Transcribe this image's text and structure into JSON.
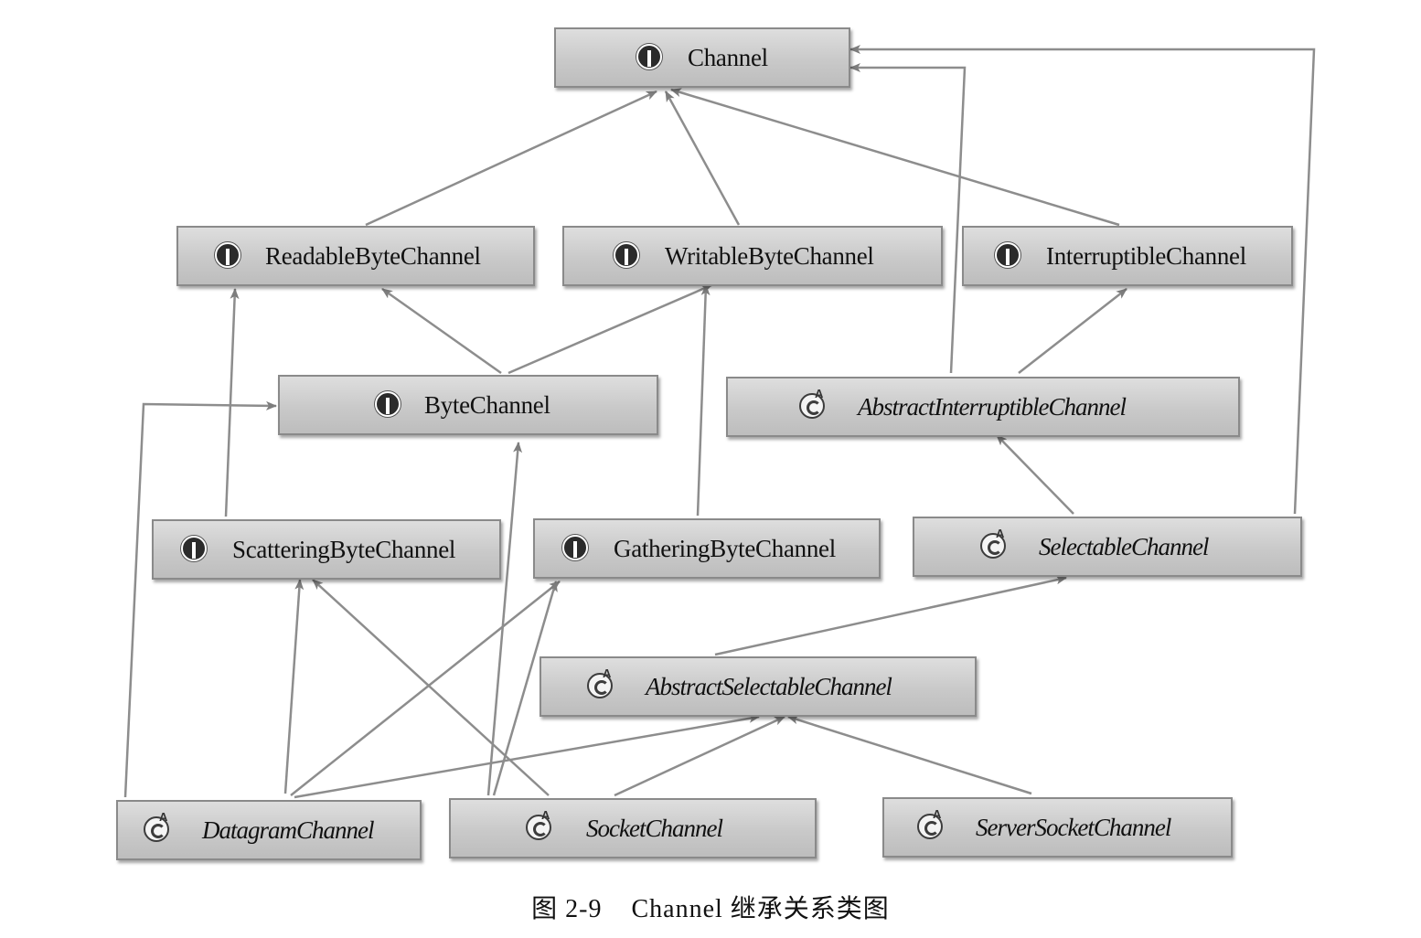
{
  "nodes": {
    "channel": {
      "label": "Channel",
      "kind": "interface"
    },
    "readable_byte_channel": {
      "label": "ReadableByteChannel",
      "kind": "interface"
    },
    "writable_byte_channel": {
      "label": "WritableByteChannel",
      "kind": "interface"
    },
    "interruptible_channel": {
      "label": "InterruptibleChannel",
      "kind": "interface"
    },
    "byte_channel": {
      "label": "ByteChannel",
      "kind": "interface"
    },
    "abstract_interruptible_channel": {
      "label": "AbstractInterruptibleChannel",
      "kind": "abstract-class"
    },
    "scattering_byte_channel": {
      "label": "ScatteringByteChannel",
      "kind": "interface"
    },
    "gathering_byte_channel": {
      "label": "GatheringByteChannel",
      "kind": "interface"
    },
    "selectable_channel": {
      "label": "SelectableChannel",
      "kind": "abstract-class"
    },
    "abstract_selectable_channel": {
      "label": "AbstractSelectableChannel",
      "kind": "abstract-class"
    },
    "datagram_channel": {
      "label": "DatagramChannel",
      "kind": "abstract-class"
    },
    "socket_channel": {
      "label": "SocketChannel",
      "kind": "abstract-class"
    },
    "server_socket_channel": {
      "label": "ServerSocketChannel",
      "kind": "abstract-class"
    }
  },
  "edges": [
    [
      "readable_byte_channel",
      "channel"
    ],
    [
      "writable_byte_channel",
      "channel"
    ],
    [
      "interruptible_channel",
      "channel"
    ],
    [
      "abstract_interruptible_channel",
      "channel"
    ],
    [
      "selectable_channel",
      "channel"
    ],
    [
      "byte_channel",
      "readable_byte_channel"
    ],
    [
      "byte_channel",
      "writable_byte_channel"
    ],
    [
      "abstract_interruptible_channel",
      "interruptible_channel"
    ],
    [
      "scattering_byte_channel",
      "readable_byte_channel"
    ],
    [
      "gathering_byte_channel",
      "writable_byte_channel"
    ],
    [
      "selectable_channel",
      "abstract_interruptible_channel"
    ],
    [
      "abstract_selectable_channel",
      "selectable_channel"
    ],
    [
      "datagram_channel",
      "byte_channel"
    ],
    [
      "datagram_channel",
      "scattering_byte_channel"
    ],
    [
      "datagram_channel",
      "gathering_byte_channel"
    ],
    [
      "datagram_channel",
      "abstract_selectable_channel"
    ],
    [
      "socket_channel",
      "byte_channel"
    ],
    [
      "socket_channel",
      "scattering_byte_channel"
    ],
    [
      "socket_channel",
      "gathering_byte_channel"
    ],
    [
      "socket_channel",
      "abstract_selectable_channel"
    ],
    [
      "server_socket_channel",
      "abstract_selectable_channel"
    ]
  ],
  "caption": {
    "figure_number": "图 2-9",
    "text": "Channel 继承关系类图"
  }
}
